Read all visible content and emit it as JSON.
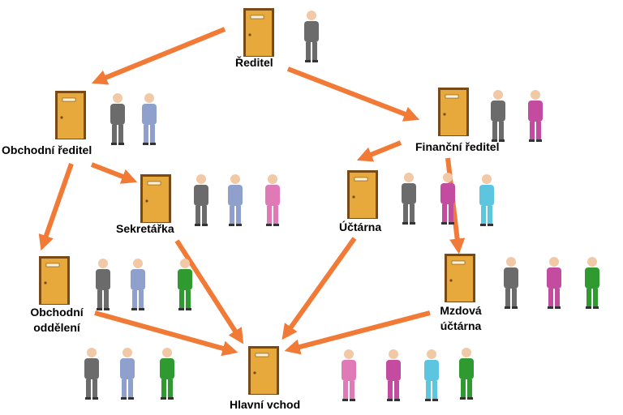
{
  "nodes": {
    "reditel": {
      "label": "Ředitel"
    },
    "obchodni_reditel": {
      "label": "Obchodní ředitel"
    },
    "financni_reditel": {
      "label": "Finanční ředitel"
    },
    "sekretarka": {
      "label": "Sekretářka"
    },
    "uctarna": {
      "label": "Účtárna"
    },
    "obchodni_oddeleni": {
      "label_line1": "Obchodní",
      "label_line2": "oddělení"
    },
    "mzdova_uctarna": {
      "label_line1": "Mzdová",
      "label_line2": "účtárna"
    },
    "hlavni_vchod": {
      "label": "Hlavní vchod"
    }
  },
  "colors": {
    "arrow": "#f07a36",
    "door": "#e8a93c",
    "door_frame": "#7a4a16",
    "grey_suit": "#6b6b6b",
    "blue_suit": "#8fa0cc",
    "pink_suit": "#e07ab6",
    "magenta_suit": "#c44ca0",
    "green_suit": "#2f9a2f",
    "cyan_suit": "#5cc6e0",
    "skin": "#f2c9a6"
  },
  "icons": [
    "door-icon",
    "person-icon",
    "arrow-icon"
  ]
}
